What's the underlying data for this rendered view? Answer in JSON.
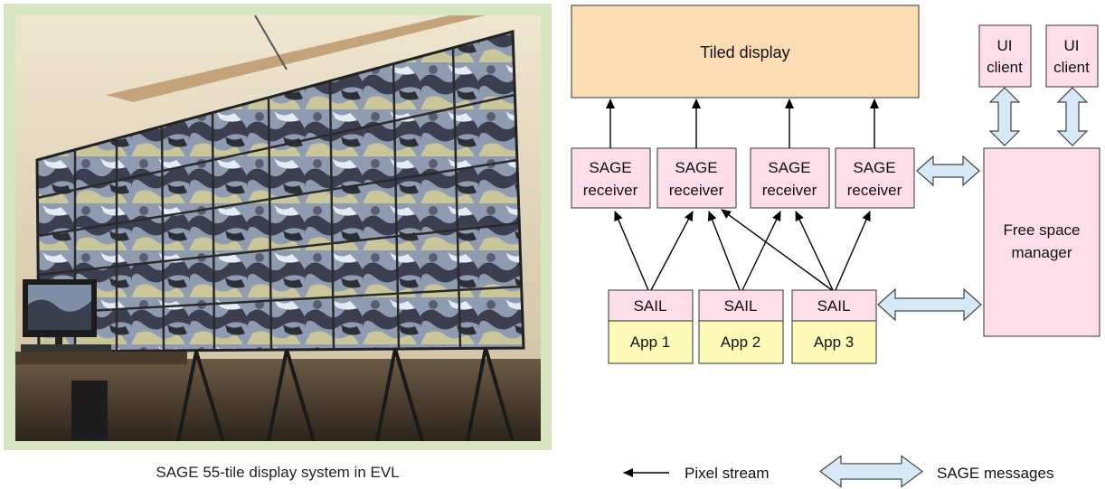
{
  "photo": {
    "caption": "SAGE 55-tile display system in EVL"
  },
  "diagram": {
    "tiled_display": "Tiled display",
    "ui_clients": [
      {
        "line1": "UI",
        "line2": "client"
      },
      {
        "line1": "UI",
        "line2": "client"
      }
    ],
    "receivers": [
      {
        "line1": "SAGE",
        "line2": "receiver"
      },
      {
        "line1": "SAGE",
        "line2": "receiver"
      },
      {
        "line1": "SAGE",
        "line2": "receiver"
      },
      {
        "line1": "SAGE",
        "line2": "receiver"
      }
    ],
    "free_space_manager": {
      "line1": "Free space",
      "line2": "manager"
    },
    "apps": [
      {
        "sail": "SAIL",
        "name": "App 1"
      },
      {
        "sail": "SAIL",
        "name": "App 2"
      },
      {
        "sail": "SAIL",
        "name": "App 3"
      }
    ],
    "legend": {
      "pixel_stream": "Pixel stream",
      "sage_messages": "SAGE messages"
    },
    "colors": {
      "tiled_display_fill": "#fcdcb2",
      "pink_fill": "#fcdde8",
      "app_fill": "#fefbb8",
      "double_arrow_fill": "#d5e9f7",
      "photo_frame": "#d8e5c1"
    }
  }
}
